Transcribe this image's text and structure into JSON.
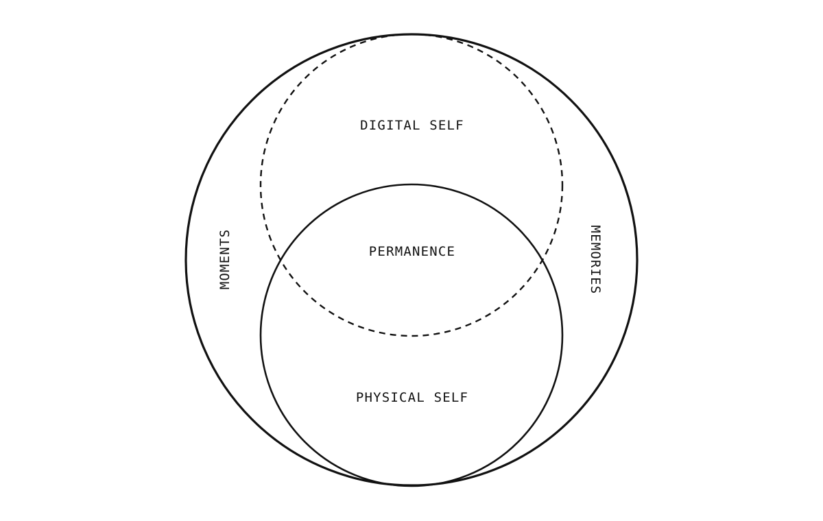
{
  "labels": {
    "digital_self": "DIGITAL SELF",
    "permanence": "PERMANENCE",
    "physical_self": "PHYSICAL SELF",
    "moments": "MOMENTS",
    "memories": "MEMORIES"
  },
  "colors": {
    "stroke": "#111111",
    "background": "#ffffff"
  }
}
